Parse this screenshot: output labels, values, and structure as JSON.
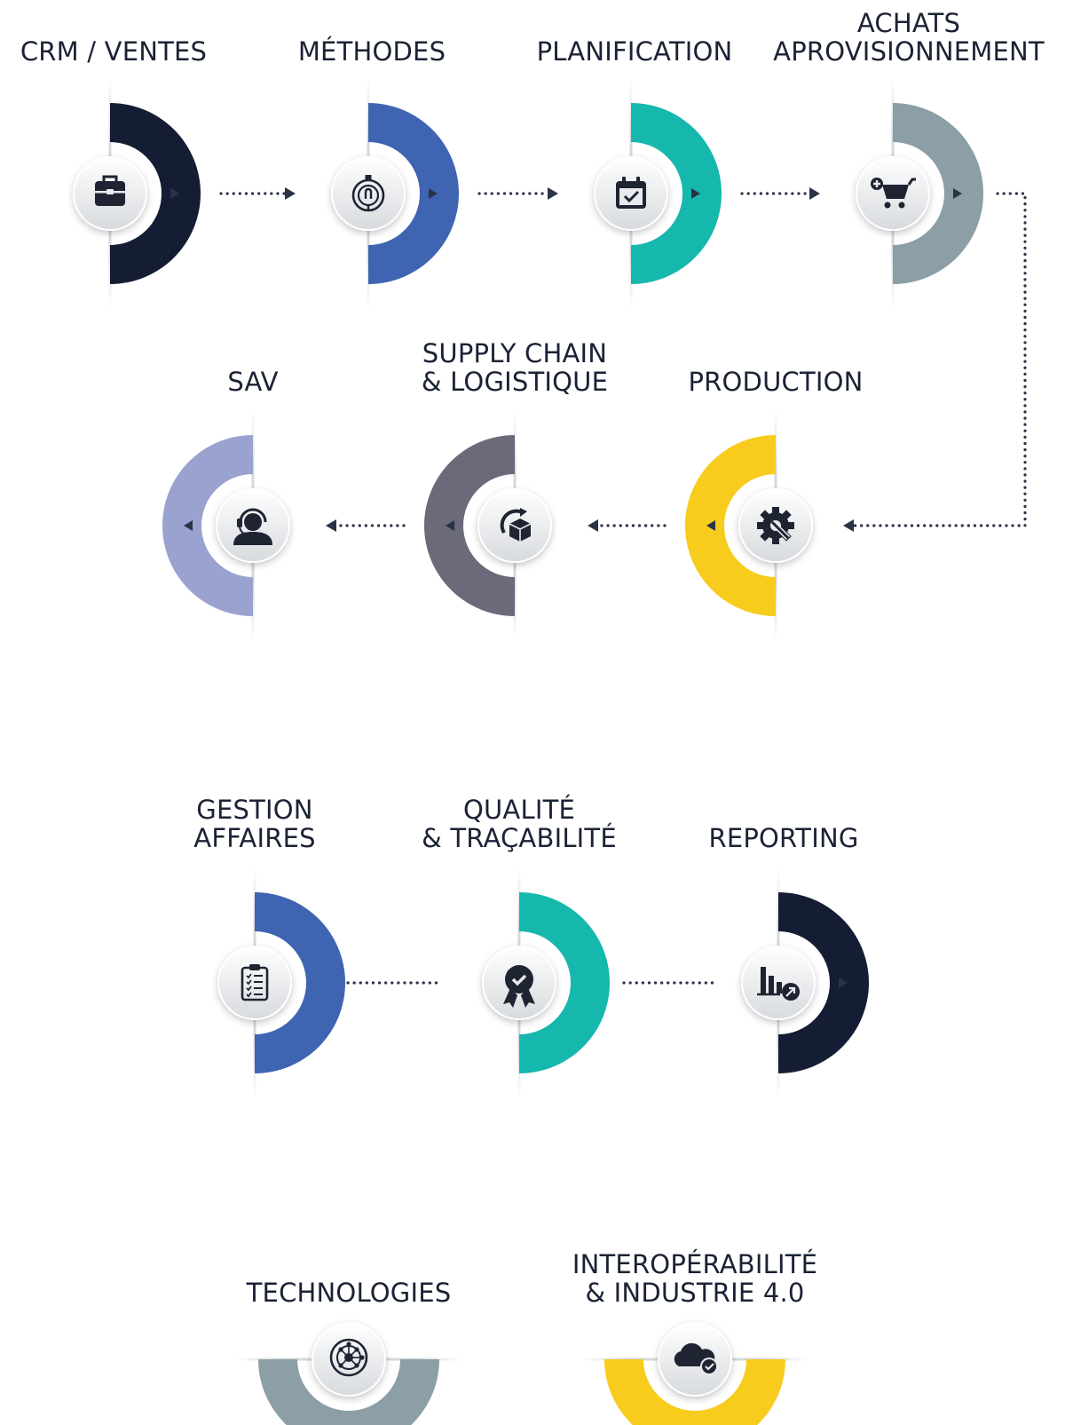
{
  "colors": {
    "navy": "#141d33",
    "blue": "#3f64b1",
    "teal": "#16b7ad",
    "gray": "#8c9ea6",
    "yellow": "#f7cc1c",
    "slate": "#6a6a7a",
    "lavender": "#9aa2cf",
    "connector": "#2b3346"
  },
  "process_row1": [
    {
      "id": "crm-ventes",
      "lines": [
        "CRM / VENTES"
      ],
      "icon": "briefcase-icon",
      "color": "navy"
    },
    {
      "id": "methodes",
      "lines": [
        "MÉTHODES"
      ],
      "icon": "stopwatch-icon",
      "color": "blue"
    },
    {
      "id": "planification",
      "lines": [
        "PLANIFICATION"
      ],
      "icon": "calendar-check-icon",
      "color": "teal"
    },
    {
      "id": "achats",
      "lines": [
        "ACHATS",
        "APROVISIONNEMENT"
      ],
      "icon": "cart-add-icon",
      "color": "gray"
    }
  ],
  "process_row2": [
    {
      "id": "sav",
      "lines": [
        "SAV"
      ],
      "icon": "headset-icon",
      "color": "lavender"
    },
    {
      "id": "supply-chain",
      "lines": [
        "SUPPLY CHAIN",
        "& LOGISTIQUE"
      ],
      "icon": "box-return-icon",
      "color": "slate"
    },
    {
      "id": "production",
      "lines": [
        "PRODUCTION"
      ],
      "icon": "gear-wrench-icon",
      "color": "yellow"
    }
  ],
  "support_row": [
    {
      "id": "gestion-affaires",
      "lines": [
        "GESTION",
        "AFFAIRES"
      ],
      "icon": "clipboard-list-icon",
      "color": "blue"
    },
    {
      "id": "qualite",
      "lines": [
        "QUALITÉ",
        "& TRAÇABILITÉ"
      ],
      "icon": "award-badge-icon",
      "color": "teal"
    },
    {
      "id": "reporting",
      "lines": [
        "REPORTING"
      ],
      "icon": "bar-chart-growth-icon",
      "color": "navy"
    }
  ],
  "foundation_row": [
    {
      "id": "technologies",
      "lines": [
        "TECHNOLOGIES"
      ],
      "icon": "circuit-icon",
      "color": "gray"
    },
    {
      "id": "interoperabilite",
      "lines": [
        "INTEROPÉRABILITÉ",
        "& INDUSTRIE 4.0"
      ],
      "icon": "cloud-check-icon",
      "color": "yellow"
    }
  ]
}
